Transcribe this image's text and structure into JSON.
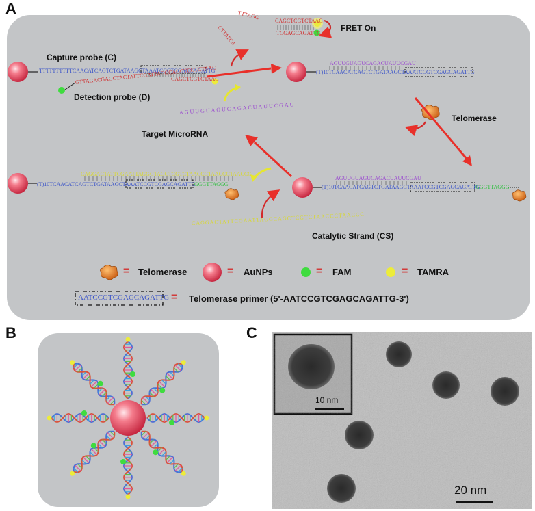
{
  "panels": {
    "a": "A",
    "b": "B",
    "c": "C"
  },
  "panel_a": {
    "fret_on": "FRET On",
    "capture_probe": "Capture probe (C)",
    "detection_probe": "Detection probe (D)",
    "telomerase_label": "Telomerase",
    "target_microrna": "Target MicroRNA",
    "catalytic_strand": "Catalytic Strand (CS)",
    "seq_capture_1": "TTTTTTTTTTCAACATCAGTCTGATAAGCTA",
    "seq_primer": "AATCCGTCGAGCAGATTG",
    "seq_detection_top": "CAGCTCGTCTAAC",
    "seq_detection_bottom": "GTTAGACGAGCTACTATTCGATTAGGCAGCTCGTCTAAC",
    "seq_fret_loop": "TTTAGG",
    "seq_fret_stem_top": "CAGCTCGTCTAAC",
    "seq_fret_stem_bottom": "TCGAGCAGATTG",
    "seq_fret_loop_left": "CTTATCA",
    "seq_mirna": "AGUUGUAGUCAGACUAUUCGAU",
    "seq_mirna_wave": "AGUUGUAGUCAGACUAUUCGAU",
    "seq_t10_mid": "(T)10TCAACATCAGTCTGATAAGCTA",
    "seq_ext": "GGGTTAGGG",
    "seq_cs_top": "CAGGACTATTCGAATTAGGGTAGCTCGTCTAACCCTAACCCTAACCC",
    "seq_cs_wave": "CAGGACTATTCGAATTAGGCAGCTCGTCTAACCCTAACCC",
    "seq_t10_low": "(T)10TCAACATCAGTCTGATAAGCTA",
    "seq_ext_green": "GGGTTAGGG"
  },
  "legend": {
    "eq": "=",
    "telomerase": "Telomerase",
    "aunps": "AuNPs",
    "fam": "FAM",
    "tamra": "TAMRA",
    "primer_box": "AATCCGTCGAGCAGATTG",
    "primer_desc": "Telomerase primer (5'-AATCCGTCGAGCAGATTG-3')"
  },
  "panel_c": {
    "inset_scale": "10 nm",
    "main_scale": "20 nm"
  },
  "colors": {
    "panel_bg": "#c4c6c8",
    "gold_np": "#e85a6a",
    "arrow_red": "#e8302a",
    "fam_green": "#3fdc3f",
    "tamra_yellow": "#ecec3a",
    "seq_blue": "#3b54c8",
    "seq_purple": "#9b4bd0",
    "seq_yellow": "#d8d830",
    "telomerase_orange": "#e07a24"
  }
}
